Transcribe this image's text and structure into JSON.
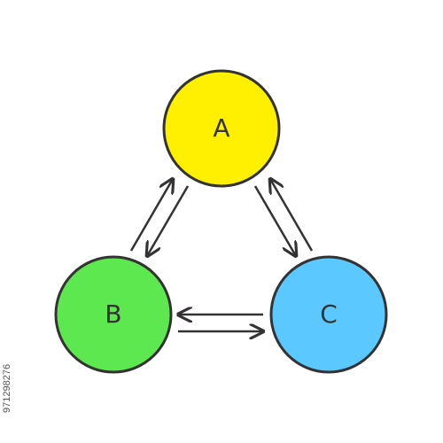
{
  "nodes": [
    {
      "id": "a",
      "label": "A",
      "color": "#FFEF00"
    },
    {
      "id": "b",
      "label": "B",
      "color": "#5EE84F"
    },
    {
      "id": "c",
      "label": "C",
      "color": "#5BC8FF"
    }
  ],
  "edges": [
    {
      "from": "B",
      "to": "A"
    },
    {
      "from": "A",
      "to": "B"
    },
    {
      "from": "A",
      "to": "C"
    },
    {
      "from": "C",
      "to": "A"
    },
    {
      "from": "C",
      "to": "B"
    },
    {
      "from": "B",
      "to": "C"
    }
  ],
  "outline_color": "#333333",
  "watermark": {
    "id": "971298276"
  }
}
